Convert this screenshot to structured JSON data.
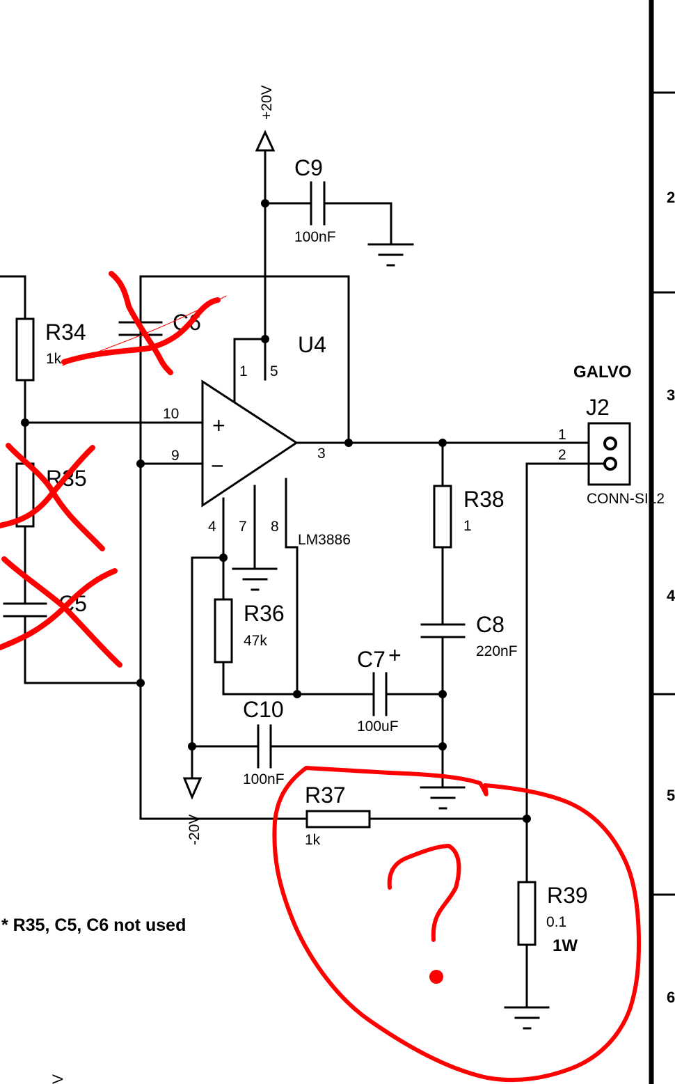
{
  "power": {
    "pos": "+20V",
    "neg": "-20V"
  },
  "ic": {
    "ref": "U4",
    "part": "LM3886",
    "pins": {
      "p1": "1",
      "p5": "5",
      "p10": "10",
      "p9": "9",
      "p3": "3",
      "p4": "4",
      "p7": "7",
      "p8": "8"
    },
    "plus": "+",
    "minus": "−"
  },
  "components": {
    "C9": {
      "ref": "C9",
      "value": "100nF"
    },
    "R34": {
      "ref": "R34",
      "value": "1k"
    },
    "C6": {
      "ref": "C6"
    },
    "R35": {
      "ref": "R35"
    },
    "C5": {
      "ref": "C5"
    },
    "R36": {
      "ref": "R36",
      "value": "47k"
    },
    "C7": {
      "ref": "C7",
      "value": "100uF",
      "polarity": "+"
    },
    "C10": {
      "ref": "C10",
      "value": "100nF"
    },
    "R38": {
      "ref": "R38",
      "value": "1"
    },
    "C8": {
      "ref": "C8",
      "value": "220nF"
    },
    "R37": {
      "ref": "R37",
      "value": "1k"
    },
    "R39": {
      "ref": "R39",
      "value": "0.1",
      "power": "1W"
    }
  },
  "connector": {
    "title": "GALVO",
    "ref": "J2",
    "part": "CONN-SIL2",
    "pin1": "1",
    "pin2": "2"
  },
  "note": "* R35, C5, C6 not used",
  "border": {
    "zones": [
      "2",
      "3",
      "4",
      "5",
      "6"
    ]
  },
  "annotation": {
    "mark": "?",
    "color": "#ff0000"
  }
}
